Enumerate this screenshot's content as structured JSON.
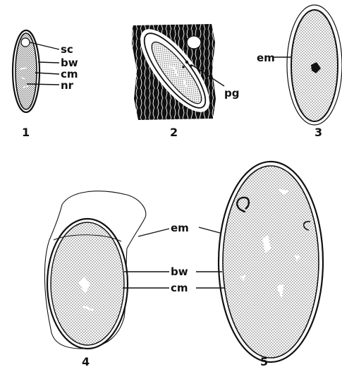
{
  "figure_numbers": [
    "1",
    "2",
    "3",
    "4",
    "5"
  ],
  "labels": {
    "sc": "sc",
    "bw": "bw",
    "cm": "cm",
    "nr": "nr",
    "pg": "pg",
    "em": "em"
  },
  "colors": {
    "ink": "#111111",
    "stipple": "#6a6a6a",
    "paper": "#ffffff"
  }
}
